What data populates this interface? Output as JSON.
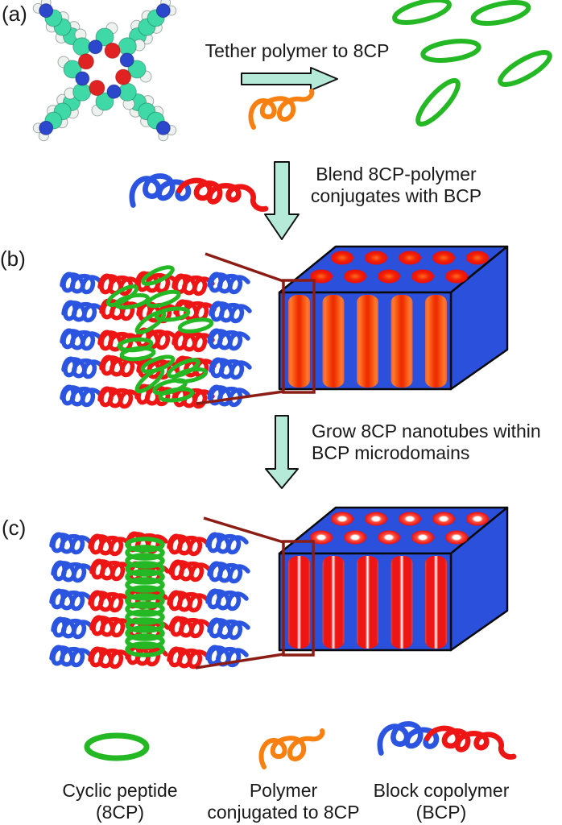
{
  "figure": {
    "panels": {
      "a": {
        "label": "(a)",
        "arrow_label": "Tether polymer to 8CP"
      },
      "b": {
        "label": "(b)"
      },
      "c": {
        "label": "(c)"
      }
    },
    "arrows": {
      "blend": {
        "line1": "Blend 8CP-polymer",
        "line2": "conjugates with BCP"
      },
      "grow": {
        "line1": "Grow 8CP nanotubes within",
        "line2": "BCP microdomains"
      }
    },
    "legend": {
      "items": [
        {
          "icon": "cyclic-peptide-ring-icon",
          "line1": "Cyclic peptide",
          "line2": "(8CP)"
        },
        {
          "icon": "conjugated-polymer-icon",
          "line1": "Polymer",
          "line2": "conjugated to 8CP"
        },
        {
          "icon": "block-copolymer-icon",
          "line1": "Block copolymer",
          "line2": "(BCP)"
        }
      ]
    },
    "colors": {
      "peptide-green": "#25b825",
      "polymer-orange": "#f88010",
      "bcp-blue": "#2b55e0",
      "bcp-red": "#ee1515",
      "arrow-mint": "#b5ead8",
      "callout-maroon": "#8b1d15",
      "box-blue": "#2a50dc",
      "ink": "#1a1a1a"
    }
  }
}
